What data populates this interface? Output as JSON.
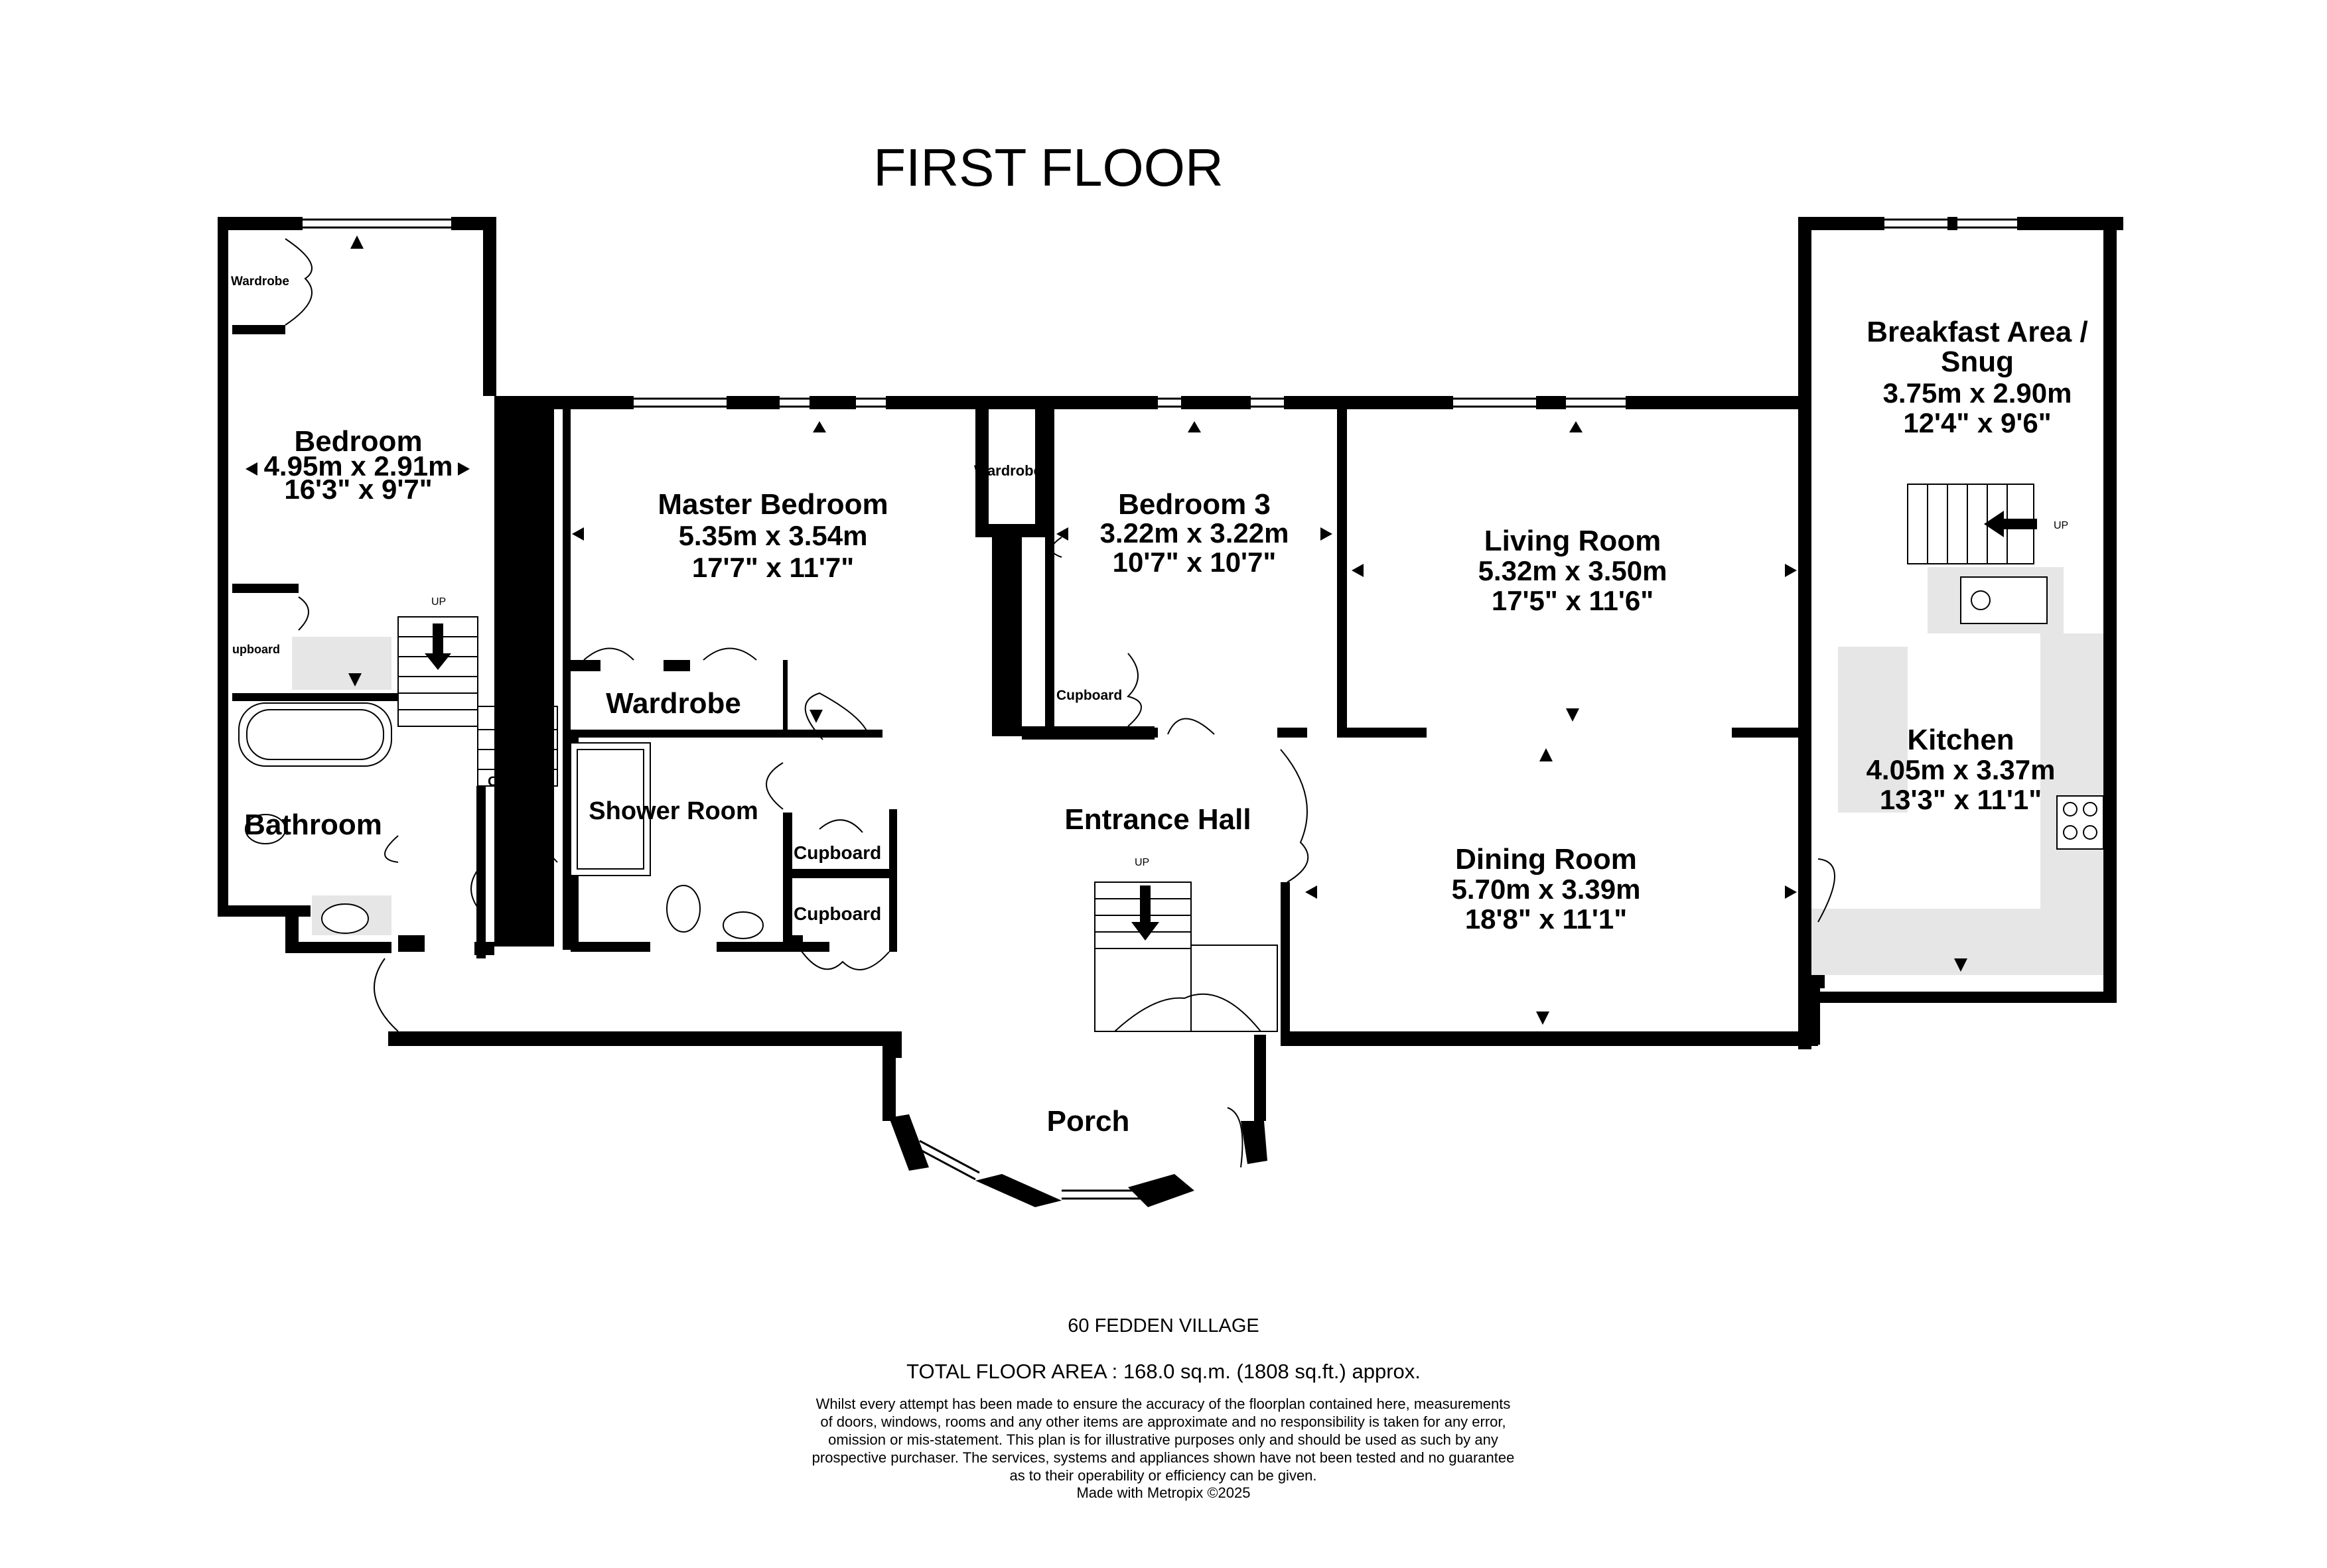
{
  "title": "FIRST FLOOR",
  "rooms": {
    "bedroom": {
      "name": "Bedroom",
      "metric": "4.95m  x 2.91m",
      "imperial": "16'3\"  x 9'7\""
    },
    "master_bedroom": {
      "name": "Master Bedroom",
      "metric": "5.35m  x 3.54m",
      "imperial": "17'7\"  x 11'7\""
    },
    "bedroom3": {
      "name": "Bedroom 3",
      "metric": "3.22m  x 3.22m",
      "imperial": "10'7\"  x 10'7\""
    },
    "living_room": {
      "name": "Living Room",
      "metric": "5.32m  x 3.50m",
      "imperial": "17'5\"  x 11'6\""
    },
    "breakfast": {
      "name_line1": "Breakfast Area /",
      "name_line2": "Snug",
      "metric": "3.75m  x 2.90m",
      "imperial": "12'4\"  x 9'6\""
    },
    "kitchen": {
      "name": "Kitchen",
      "metric": "4.05m  x 3.37m",
      "imperial": "13'3\"  x 11'1\""
    },
    "dining_room": {
      "name": "Dining Room",
      "metric": "5.70m  x 3.39m",
      "imperial": "18'8\"  x 11'1\""
    },
    "entrance_hall": {
      "name": "Entrance Hall"
    },
    "bathroom": {
      "name": "Bathroom"
    },
    "shower_room": {
      "name": "Shower Room"
    },
    "porch": {
      "name": "Porch"
    },
    "wardrobe_large": {
      "name": "Wardrobe"
    }
  },
  "small_labels": {
    "wardrobe": "Wardrobe",
    "cupboard": "Cupboard",
    "cupboard_cut": "upboard",
    "up": "UP"
  },
  "footer": {
    "address": "60 FEDDEN VILLAGE",
    "total_area": "TOTAL FLOOR AREA : 168.0 sq.m. (1808 sq.ft.) approx.",
    "disclaimer_lines": [
      "Whilst every attempt has been made to ensure the accuracy of the floorplan contained here, measurements",
      "of doors, windows, rooms and any other items are approximate and no responsibility is taken for any error,",
      "omission or mis-statement. This plan is for illustrative purposes only and should be used as such by any",
      "prospective purchaser. The services, systems and appliances shown have not been tested and no guarantee",
      "as to their operability or efficiency can be given."
    ],
    "credit": "Made with Metropix ©2025"
  },
  "colors": {
    "wall": "#000000",
    "floor_tint": "#e6e6e6",
    "background": "#ffffff"
  }
}
